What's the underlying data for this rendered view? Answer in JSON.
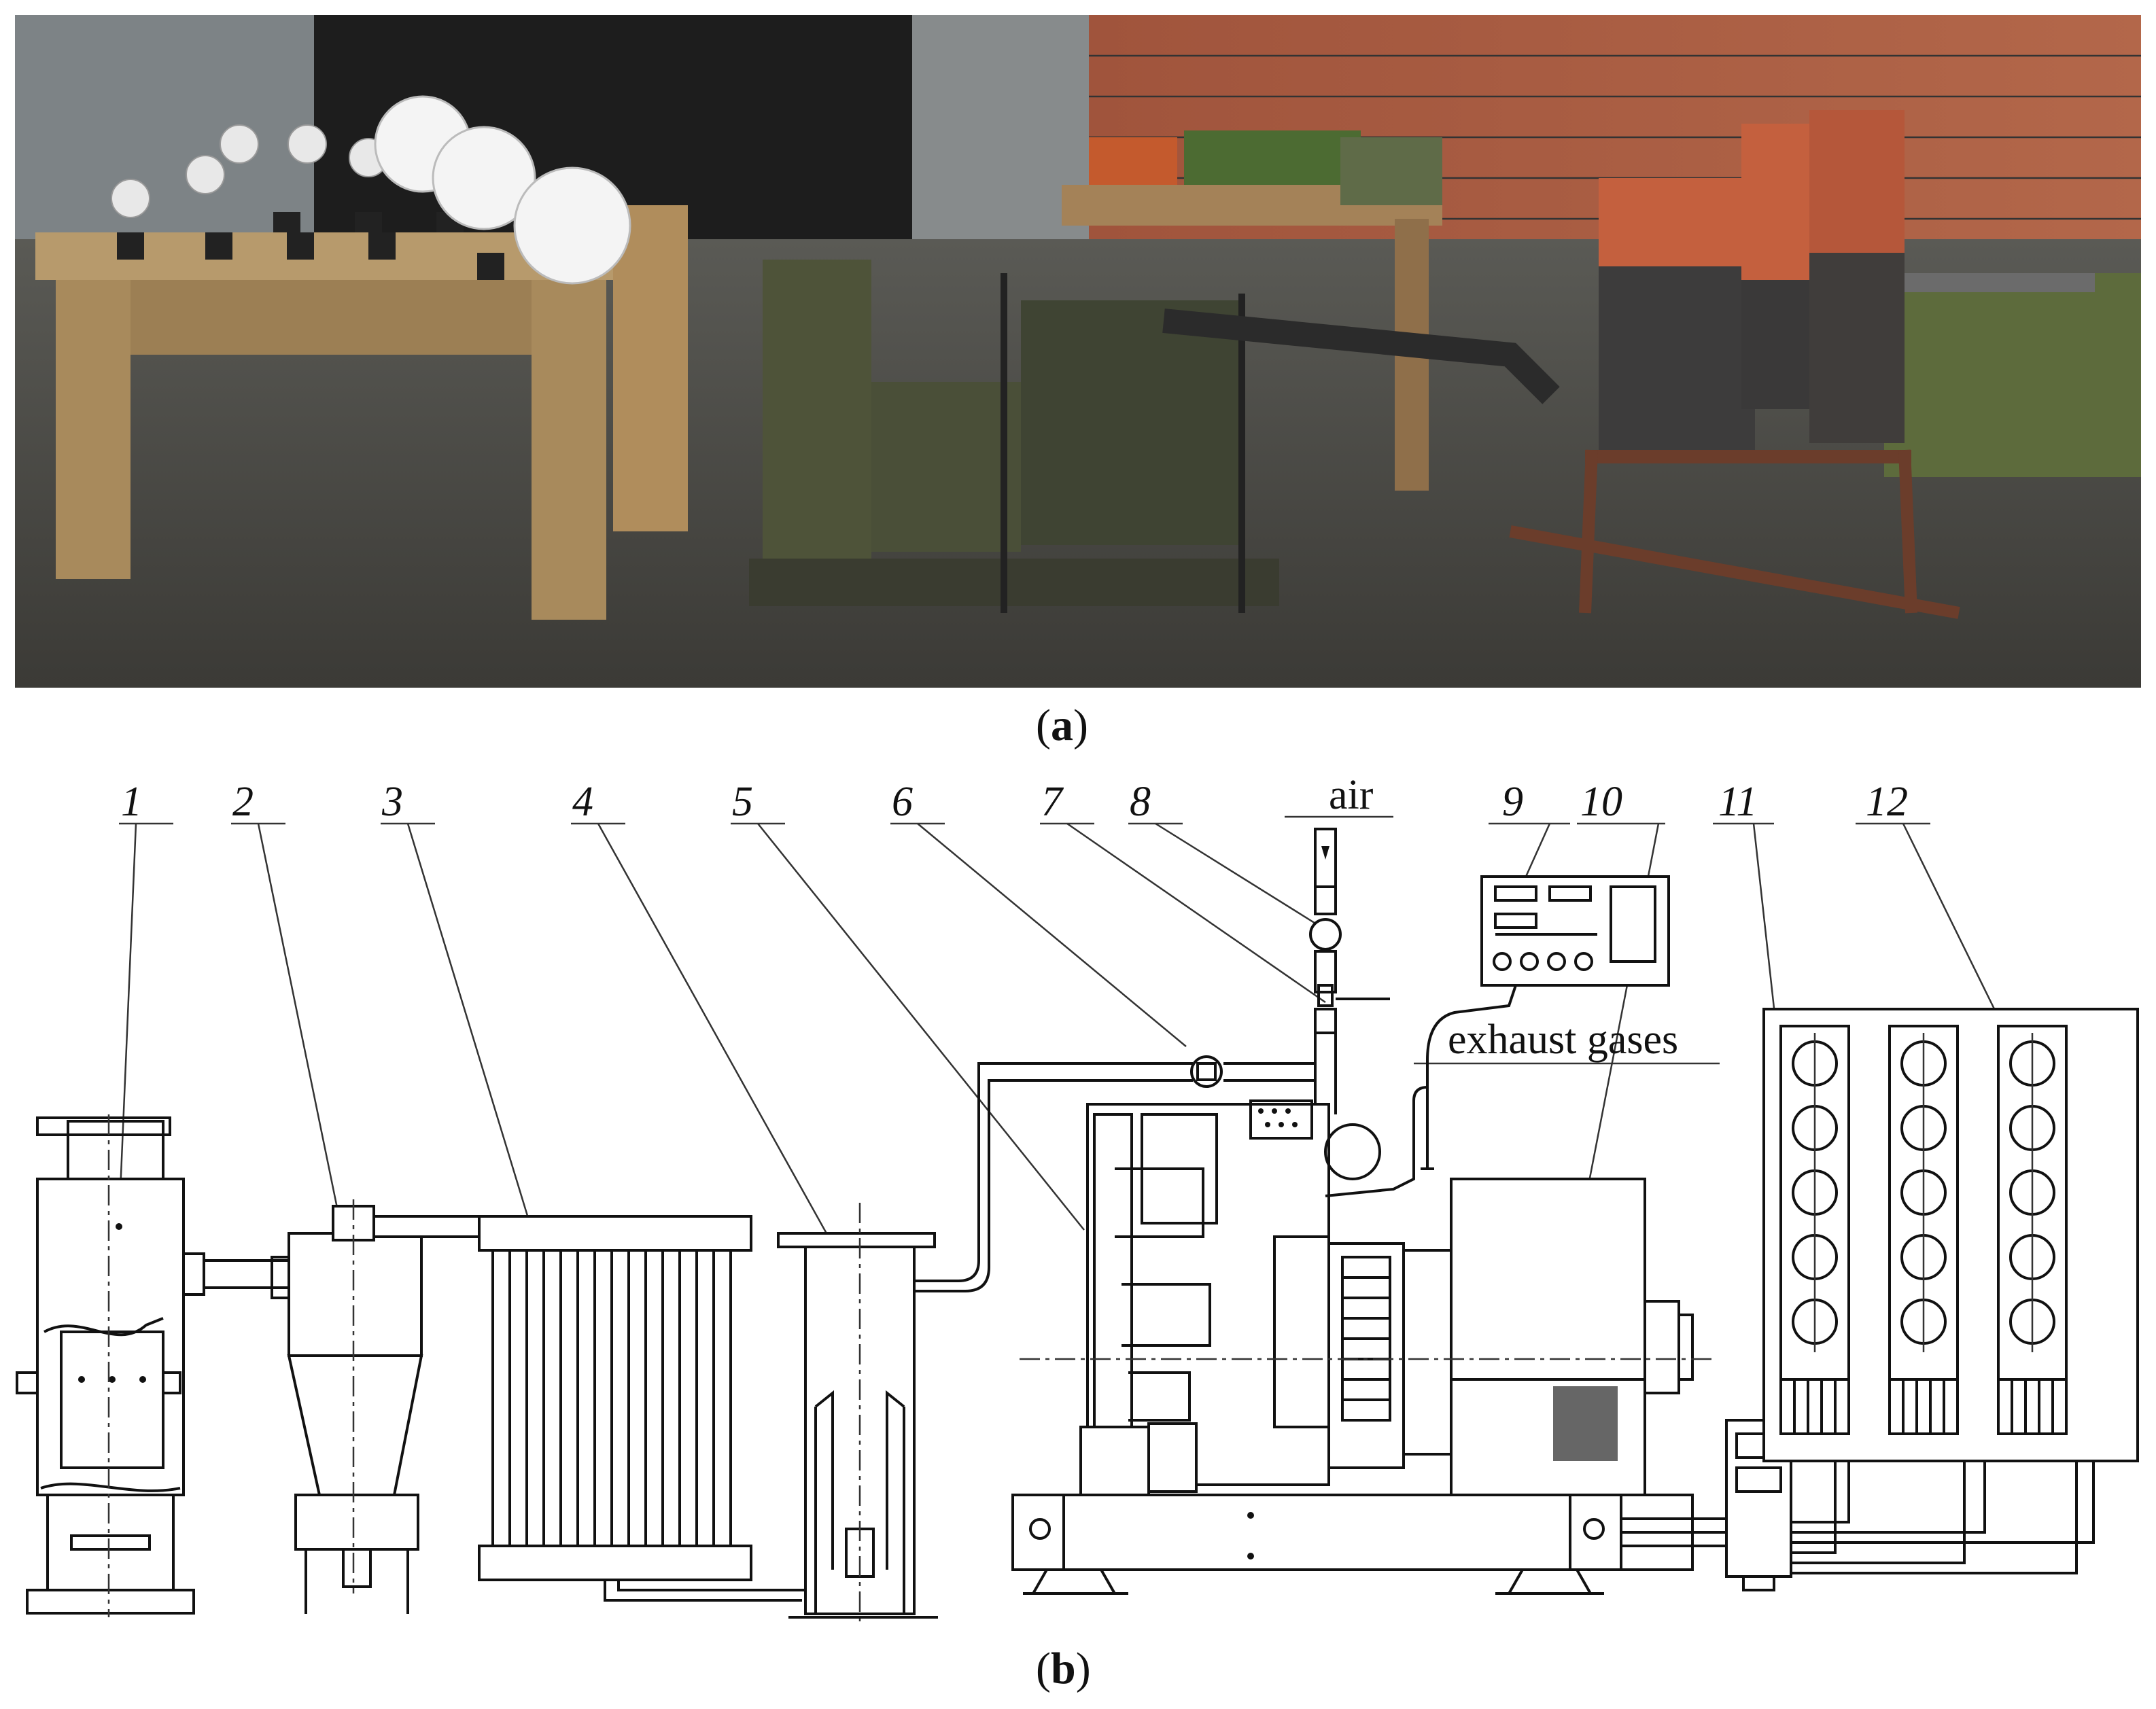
{
  "panels": {
    "a": {
      "open": "(",
      "letter": "a",
      "close": ")"
    },
    "b": {
      "open": "(",
      "letter": "b",
      "close": ")"
    }
  },
  "diagram": {
    "component_numbers": [
      "1",
      "2",
      "3",
      "4",
      "5",
      "6",
      "7",
      "8",
      "9",
      "10",
      "11",
      "12"
    ],
    "labels": {
      "air": "air",
      "exhaust": "exhaust gases"
    }
  }
}
